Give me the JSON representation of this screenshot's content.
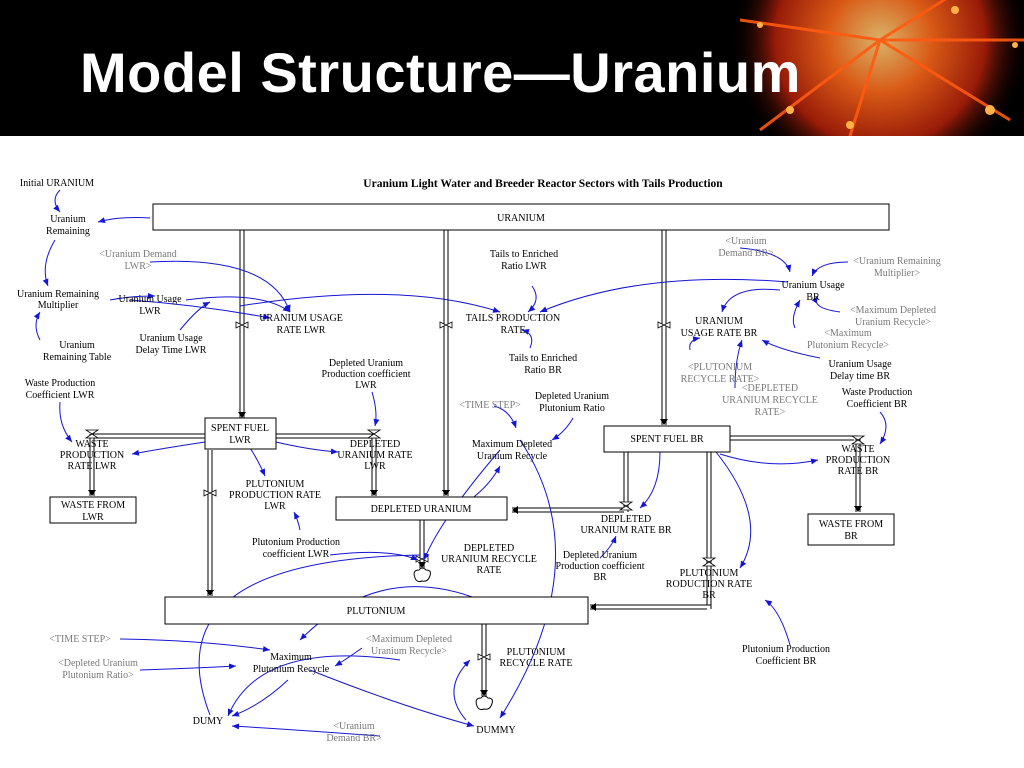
{
  "slide": {
    "title": "Model Structure—Uranium",
    "accent_colors": {
      "header_bg": "#000000",
      "title": "#ffffff",
      "link_arrow": "#1515d6",
      "shadow_var": "#7a7a7a",
      "decoration": "#ff6a1a"
    }
  },
  "diagram": {
    "title": "Uranium Light Water and Breeder Reactor Sectors with Tails Production",
    "stocks": {
      "uranium": "URANIUM",
      "spent_fuel_lwr": [
        "SPENT FUEL",
        "LWR"
      ],
      "waste_from_lwr": [
        "WASTE FROM",
        "LWR"
      ],
      "depleted_uranium": "DEPLETED URANIUM",
      "plutonium": "PLUTONIUM",
      "spent_fuel_br": "SPENT FUEL BR",
      "waste_from_br": [
        "WASTE FROM",
        "BR"
      ]
    },
    "rates": {
      "uranium_usage_rate_lwr": [
        "URANIUM USAGE",
        "RATE LWR"
      ],
      "tails_production_rate": [
        "TAILS PRODUCTION",
        "RATE"
      ],
      "uranium_usage_rate_br": [
        "URANIUM",
        "USAGE RATE BR"
      ],
      "waste_production_rate_lwr": [
        "WASTE",
        "PRODUCTION",
        "RATE LWR"
      ],
      "depleted_uranium_rate_lwr": [
        "DEPLETED",
        "URANIUM RATE",
        "LWR"
      ],
      "plutonium_production_rate_lwr": [
        "PLUTONIUM",
        "PRODUCTION RATE",
        "LWR"
      ],
      "waste_production_rate_br": [
        "WASTE",
        "PRODUCTION",
        "RATE BR"
      ],
      "depleted_uranium_rate_br": [
        "DEPLETED",
        "URANIUM RATE BR"
      ],
      "depleted_uranium_recycle_rate": [
        "DEPLETED",
        "URANIUM RECYCLE",
        "RATE"
      ],
      "plutonium_production_rate_br": [
        "PLUTONIUM",
        "RODUCTION RATE",
        "BR"
      ],
      "plutonium_recycle_rate": [
        "PLUTONIUM",
        "RECYCLE RATE"
      ]
    },
    "auxiliaries": {
      "initial_uranium": "Initial URANIUM",
      "uranium_remaining": [
        "Uranium",
        "Remaining"
      ],
      "uranium_remaining_multiplier": [
        "Uranium Remaining",
        "Multiplier"
      ],
      "uranium_remaining_table": [
        "Uranium",
        "Remaining Table"
      ],
      "uranium_usage_lwr": [
        "Uranium Usage",
        "LWR"
      ],
      "uranium_usage_delay_time_lwr": [
        "Uranium Usage",
        "Delay Time LWR"
      ],
      "waste_production_coefficient_lwr": [
        "Waste Production",
        "Coefficient LWR"
      ],
      "tails_to_enriched_ratio_lwr": [
        "Tails to Enriched",
        "Ratio LWR"
      ],
      "tails_to_enriched_ratio_br": [
        "Tails to Enriched",
        "Ratio BR"
      ],
      "depleted_uranium_production_coefficient_lwr": [
        "Depleted Uranium",
        "Production coefficient",
        "LWR"
      ],
      "depleted_uranium_plutonium_ratio": [
        "Depleted Uranium",
        "Plutonium Ratio"
      ],
      "maximum_depleted_uranium_recycle": [
        "Maximum Depleted",
        "Uranium Recycle"
      ],
      "plutonium_production_coefficient_lwr": [
        "Plutonium Production",
        "coefficient LWR"
      ],
      "uranium_usage_br": [
        "Uranium Usage",
        "BR"
      ],
      "uranium_usage_delay_time_br": [
        "Uranium Usage",
        "Delay time BR"
      ],
      "waste_production_coefficient_br": [
        "Waste Production",
        "Coefficient BR"
      ],
      "depleted_uranium_production_coefficient_br": [
        "Depleted Uranium",
        "Production coefficient",
        "BR"
      ],
      "plutonium_production_coefficient_br": [
        "Plutonium Production",
        "Coefficient BR"
      ],
      "maximum_plutonium_recycle": [
        "Maximum",
        "Plutonium Recycle"
      ],
      "dumy": "DUMY",
      "dummy": "DUMMY"
    },
    "shadow_variables": {
      "uranium_demand_lwr": [
        "<Uranium Demand",
        "LWR>"
      ],
      "time_step_a": "<TIME STEP>",
      "uranium_demand_br_top": [
        "<Uranium",
        "Demand BR>"
      ],
      "uranium_remaining_multiplier": [
        "<Uranium Remaining",
        "Multiplier>"
      ],
      "maximum_depleted_uranium_recycle_r": [
        "<Maximum Depleted",
        "Uranium Recycle>"
      ],
      "maximum_plutonium_recycle": [
        "<Maximum",
        "Plutonium Recycle>"
      ],
      "plutonium_recycle_rate": [
        "<PLUTONIUM",
        "RECYCLE RATE>"
      ],
      "depleted_uranium_recycle_rate": [
        "<DEPLETED",
        "URANIUM RECYCLE",
        "RATE>"
      ],
      "time_step_b": "<TIME STEP>",
      "depleted_uranium_plutonium_ratio": [
        "<Depleted Uranium",
        "Plutonium Ratio>"
      ],
      "maximum_depleted_uranium_recycle_b": [
        "<Maximum Depleted",
        "Uranium Recycle>"
      ],
      "uranium_demand_br_bottom": [
        "<Uranium",
        "Demand BR>"
      ]
    }
  }
}
